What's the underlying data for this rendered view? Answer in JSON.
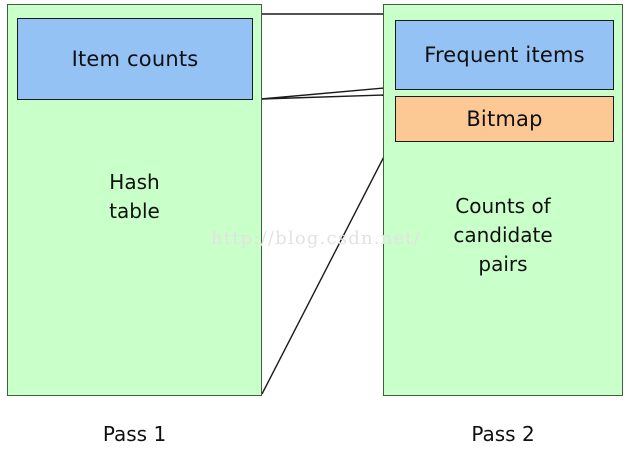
{
  "diagram": {
    "title_implicit": "Two-pass PCY / multistage algorithm memory layout",
    "colors": {
      "panel_fill": "#c9ffc9",
      "panel_stroke": "#3f5f3f",
      "blue_fill": "#94c2f5",
      "orange_fill": "#fcc894",
      "box_stroke": "#1a1a1a",
      "connector_stroke": "#1a1a1a",
      "text": "#101010",
      "watermark": "#e2e2e2",
      "background": "#ffffff"
    },
    "panels": [
      {
        "id": "pass1",
        "caption": "Pass 1",
        "body_text": "Hash\ntable",
        "boxes": [
          {
            "id": "item-counts",
            "label": "Item counts",
            "fill": "blue"
          }
        ]
      },
      {
        "id": "pass2",
        "caption": "Pass 2",
        "body_text": "Counts of\ncandidate\npairs",
        "boxes": [
          {
            "id": "frequent-items",
            "label": "Frequent items",
            "fill": "blue"
          },
          {
            "id": "bitmap",
            "label": "Bitmap",
            "fill": "orange"
          }
        ]
      }
    ],
    "connectors": [
      {
        "id": "top-rail",
        "from": "pass1-top-right",
        "to": "pass2-top-left"
      },
      {
        "id": "item-counts-to-frequent-items",
        "from": "item-counts-bottom-right",
        "to": "frequent-items-bottom-left"
      },
      {
        "id": "item-counts-to-bitmap",
        "from": "item-counts-bottom-right",
        "to": "bitmap-top-left"
      },
      {
        "id": "hash-table-to-bitmap",
        "from": "pass1-bottom-right",
        "to": "bitmap-bottom-left"
      }
    ],
    "watermark": "http://blog.csdn.net/"
  }
}
